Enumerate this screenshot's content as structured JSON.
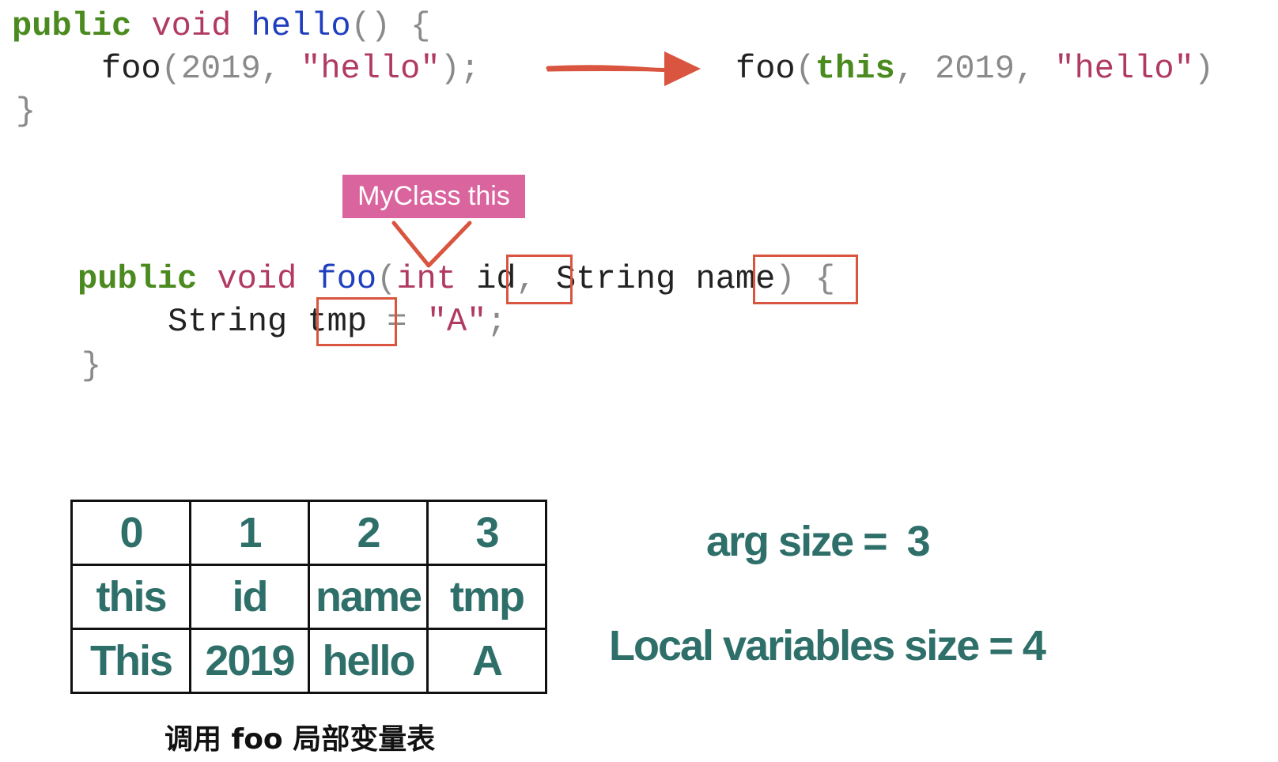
{
  "hello_method": {
    "kw_public": "public",
    "kw_void": "void",
    "name": "hello",
    "parens": "()",
    "open_brace": "{",
    "call_name": "foo",
    "call_open": "(",
    "arg_num": "2019",
    "comma": ",",
    "arg_str": "\"hello\"",
    "call_close": ");",
    "close_brace": "}"
  },
  "translated_call": {
    "name": "foo",
    "open": "(",
    "this_arg": "this",
    "comma1": ",",
    "arg_num": "2019",
    "comma2": ",",
    "arg_str": "\"hello\"",
    "close": ")"
  },
  "foo_method": {
    "kw_public": "public",
    "kw_void": "void",
    "name": "foo",
    "open": "(",
    "type_int": "int",
    "param_id": "id",
    "comma": ",",
    "type_string": "String",
    "param_name": "name",
    "close": ")",
    "open_brace": "{",
    "local_type": "String",
    "local_name": "tmp",
    "equals": "=",
    "local_value": "\"A\"",
    "semicolon": ";",
    "close_brace": "}"
  },
  "implicit_param_tag": "MyClass this",
  "local_variable_table": {
    "indices": [
      "0",
      "1",
      "2",
      "3"
    ],
    "names": [
      "this",
      "id",
      "name",
      "tmp"
    ],
    "values": [
      "This",
      "2019",
      "hello",
      "A"
    ]
  },
  "arg_size_text": "arg size =  3",
  "local_size_text": "Local variables size = 4",
  "caption": "调用 foo 局部变量表",
  "colors": {
    "keyword": "#4a8a1e",
    "keyword_void": "#b03a62",
    "method_name": "#1f3fbf",
    "highlight_box": "#d9553f",
    "tag_bg": "#d9649e",
    "table_text": "#2f6f6a"
  }
}
